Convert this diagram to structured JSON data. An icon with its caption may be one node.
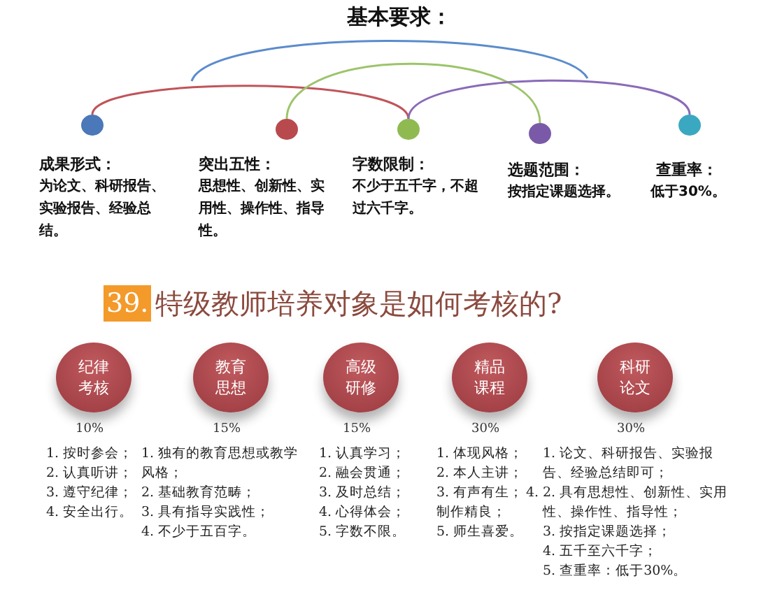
{
  "diagram": {
    "title": "特级教师培养对象是如何考核的?",
    "nodes": [
      {
        "text": [],
        "shape": "circle"
      },
      {
        "text": [],
        "shape": "circle"
      },
      {
        "text": [],
        "shape": "circle"
      },
      {
        "text": [],
        "shape": "circle"
      },
      {
        "text": [],
        "shape": "circle"
      },
      {
        "text": [
          "纪律考核"
        ],
        "beside": [
          "10%",
          "1. 按时参会；",
          "2. 认真听讲；",
          "3. 遵守纪律；",
          "4. 安全出行。"
        ]
      },
      {
        "text": [
          "教育思想"
        ],
        "beside": [
          "15%",
          "1. 独有的教育思想或教学风格；",
          "2. 基础教育范畴；",
          "3. 具有指导实践性；",
          "4. 不少于五百字。"
        ]
      },
      {
        "text": [
          "高级研修"
        ],
        "beside": [
          "15%",
          "1. 认真学习；",
          "2. 融会贯通；",
          "3. 及时总结；",
          "4. 心得体会；",
          "5. 字数不限。"
        ]
      },
      {
        "text": [
          "精品课程"
        ],
        "beside": [
          "30%",
          "1. 体现风格；",
          "2. 本人主讲；",
          "3. 有声有生；",
          "4.",
          "制作精良；",
          "5. 师生喜爱。"
        ]
      },
      {
        "text": [
          "科研论文"
        ],
        "beside": [
          "30%",
          "1. 论文、科研报告、实验报告、经验总结即可；",
          "2. 具有思想性、创新性、实用性、操作性、指导性；",
          "3. 按指定课题选择；",
          "4. 五千至六千字；",
          "5. 查重率：低于30%。"
        ]
      }
    ],
    "edges": [
      {
        "from": 0,
        "to": 2,
        "arrow": "none",
        "color": "#c0545a"
      },
      {
        "from": 1,
        "to": 3,
        "arrow": "none",
        "color": "#9cc46a"
      },
      {
        "from": 2,
        "to": 4,
        "arrow": "none",
        "color": "#8a6ab8"
      }
    ],
    "labels": [
      "基本要求：",
      "成果形式：",
      "为论文、科研报告、实验报告、经验总结。",
      "突出五性：",
      "思想性、创新性、实用性、操作性、指导性。",
      "字数限制：",
      "不少于五千字，不超过六千字。",
      "选题范围：",
      "按指定课题选择。",
      "查重率：",
      "低于30%。",
      "39."
    ]
  }
}
